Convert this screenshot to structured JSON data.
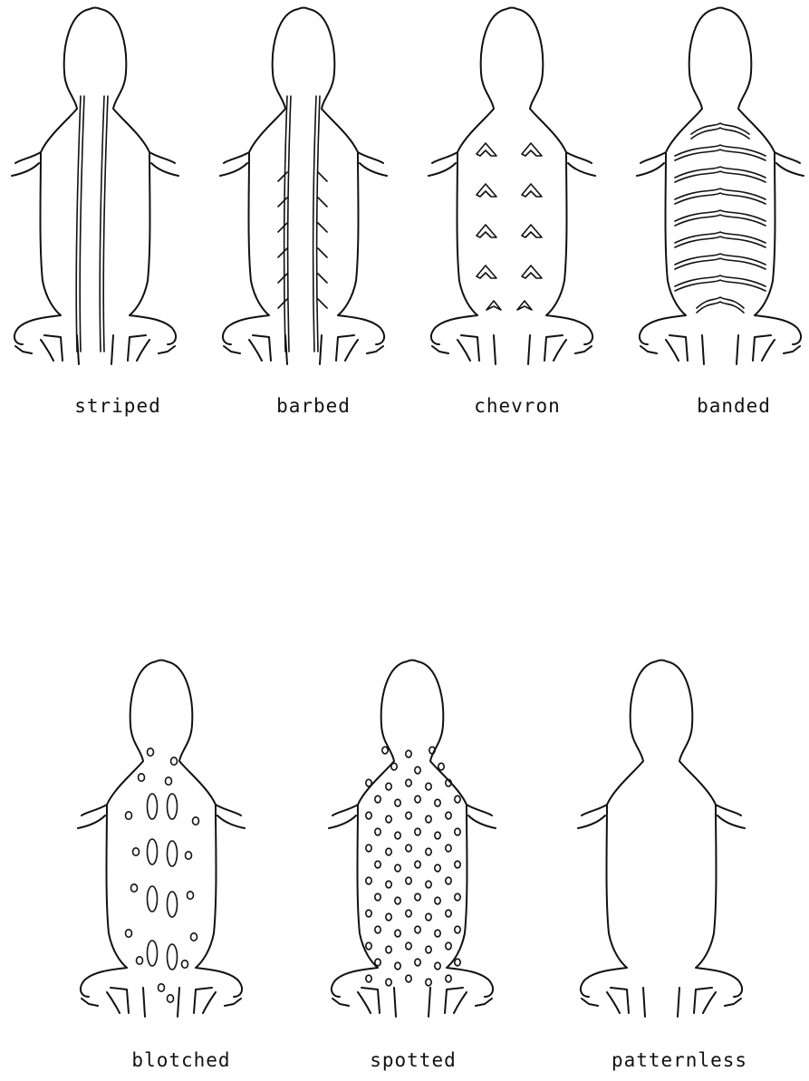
{
  "figure": {
    "patterns": [
      {
        "id": "striped",
        "label": "striped"
      },
      {
        "id": "barbed",
        "label": "barbed"
      },
      {
        "id": "chevron",
        "label": "chevron"
      },
      {
        "id": "banded",
        "label": "banded"
      },
      {
        "id": "blotched",
        "label": "blotched"
      },
      {
        "id": "spotted",
        "label": "spotted"
      },
      {
        "id": "patternless",
        "label": "patternless"
      }
    ],
    "line_color": "#111111",
    "background_color": "#ffffff"
  }
}
